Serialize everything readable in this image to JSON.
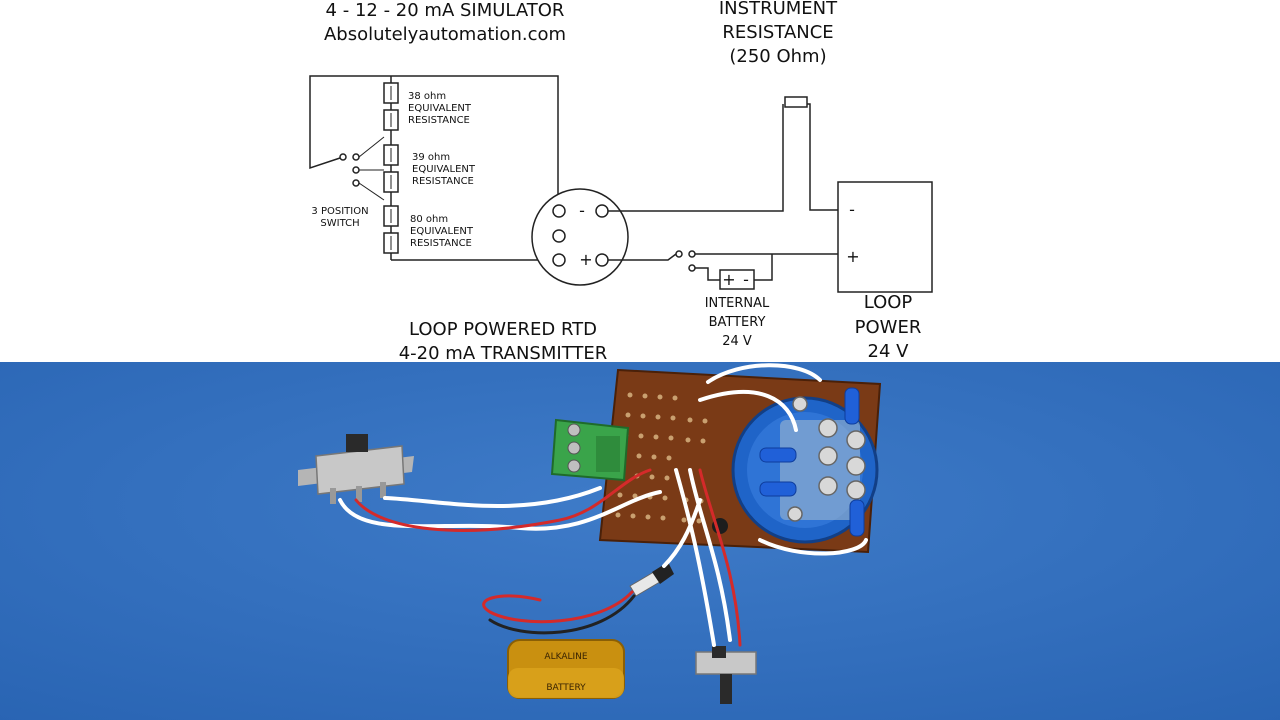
{
  "diagram": {
    "header": {
      "title": "4 - 12 - 20 mA SIMULATOR",
      "site": "Absolutelyautomation.com"
    },
    "instrument_resistance": [
      "INSTRUMENT",
      "RESISTANCE",
      "(250 Ohm)"
    ],
    "resistors": [
      {
        "value": "38 ohm",
        "line1": "EQUIVALENT",
        "line2": "RESISTANCE"
      },
      {
        "value": "39 ohm",
        "line1": "EQUIVALENT",
        "line2": "RESISTANCE"
      },
      {
        "value": "80 ohm",
        "line1": "EQUIVALENT",
        "line2": "RESISTANCE"
      }
    ],
    "switch_label": [
      "3 POSITION",
      "SWITCH"
    ],
    "transmitter": {
      "minus": "-",
      "plus": "+",
      "label": [
        "LOOP POWERED RTD",
        "4-20 mA TRANSMITTER"
      ]
    },
    "battery": {
      "symbol_plus": "+",
      "symbol_minus": "-",
      "label": [
        "INTERNAL",
        "BATTERY",
        "24 V"
      ]
    },
    "loop_power": {
      "minus": "-",
      "plus": "+",
      "label": [
        "LOOP",
        "POWER",
        "24 V"
      ]
    }
  },
  "photo": {
    "background_color": "#2f6fc0",
    "battery_print": [
      "ALKALINE",
      "BATTERY"
    ]
  }
}
